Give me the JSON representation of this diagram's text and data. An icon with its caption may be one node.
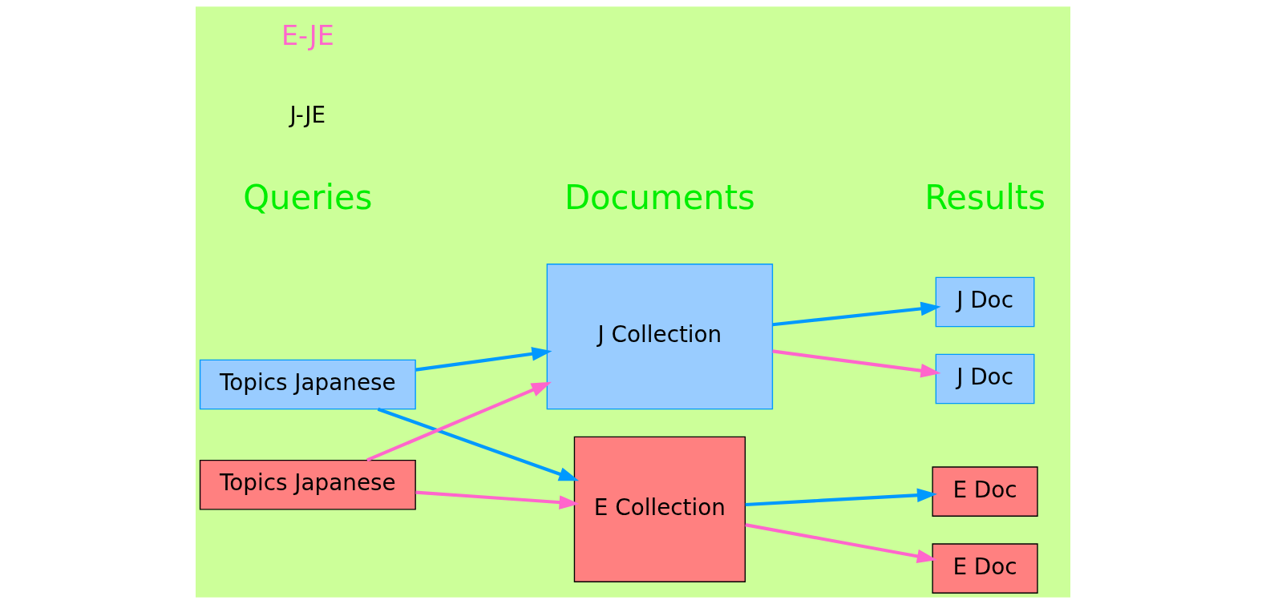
{
  "diagram": {
    "nodes": [
      {
        "text": [
          "Topics Japanese"
        ]
      },
      {
        "text": [
          "Topics Japanese"
        ]
      },
      {
        "text": [
          "J Collection"
        ]
      },
      {
        "text": [
          "E Collection"
        ]
      },
      {
        "text": [
          "J Doc"
        ]
      },
      {
        "text": [
          "J Doc"
        ]
      },
      {
        "text": [
          "E Doc"
        ]
      },
      {
        "text": [
          "E Doc"
        ]
      }
    ],
    "edges": [
      {
        "from": 0,
        "to": 2,
        "arrow": "to",
        "color": "#0099ff"
      },
      {
        "from": 0,
        "to": 3,
        "arrow": "to",
        "color": "#0099ff"
      },
      {
        "from": 1,
        "to": 2,
        "arrow": "to",
        "color": "#ff66cc"
      },
      {
        "from": 1,
        "to": 3,
        "arrow": "to",
        "color": "#ff66cc"
      },
      {
        "from": 2,
        "to": 4,
        "arrow": "to",
        "color": "#0099ff"
      },
      {
        "from": 2,
        "to": 5,
        "arrow": "to",
        "color": "#ff66cc"
      },
      {
        "from": 3,
        "to": 6,
        "arrow": "to",
        "color": "#0099ff"
      },
      {
        "from": 3,
        "to": 7,
        "arrow": "to",
        "color": "#ff66cc"
      }
    ],
    "labels": [
      "Queries",
      "Documents",
      "Results",
      "J-JE",
      "E-JE"
    ]
  }
}
